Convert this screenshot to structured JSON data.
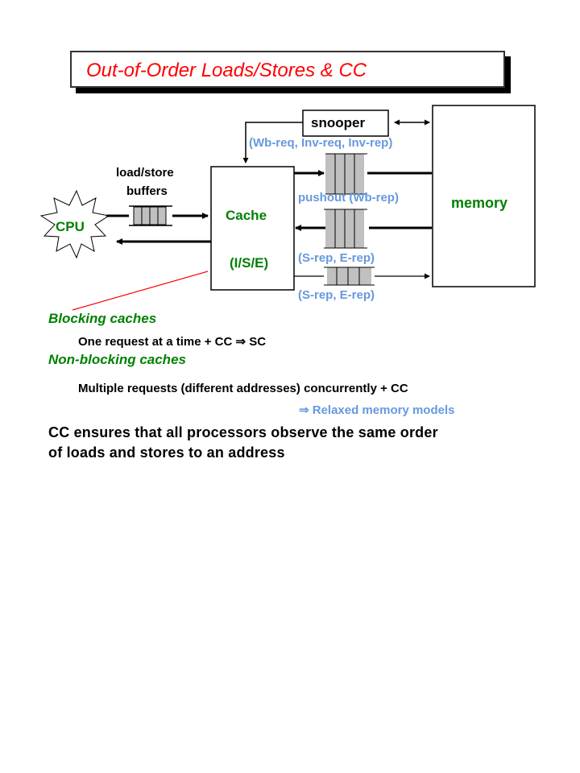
{
  "title": "Out-of-Order Loads/Stores & CC",
  "diagram": {
    "cpu_label": "CPU",
    "buffers_label_line1": "load/store",
    "buffers_label_line2": "buffers",
    "cache_label": "Cache",
    "cache_states": "(I/S/E)",
    "snooper_label": "snooper",
    "memory_label": "memory",
    "queue_label_top": "(Wb-req, Inv-req, Inv-rep)",
    "queue_label_mid": "pushout (Wb-rep)",
    "queue_label_low": "(S-rep, E-rep)",
    "queue_label_bottom": "(S-rep, E-rep)"
  },
  "body": {
    "blocking_heading": "Blocking caches",
    "blocking_text": "One request at a time + CC ⇒ SC",
    "nonblocking_heading": "Non-blocking caches",
    "nonblocking_text": "Multiple requests (different addresses) concurrently + CC",
    "relaxed_text": "⇒ Relaxed memory models",
    "conclusion_line1": "CC ensures that all processors observe the same order",
    "conclusion_line2": "of loads and stores to an address"
  },
  "colors": {
    "title": "#ff0000",
    "green_labels": "#008000",
    "blue_labels": "#6699dd",
    "queue_fill": "#c0c0c0"
  }
}
